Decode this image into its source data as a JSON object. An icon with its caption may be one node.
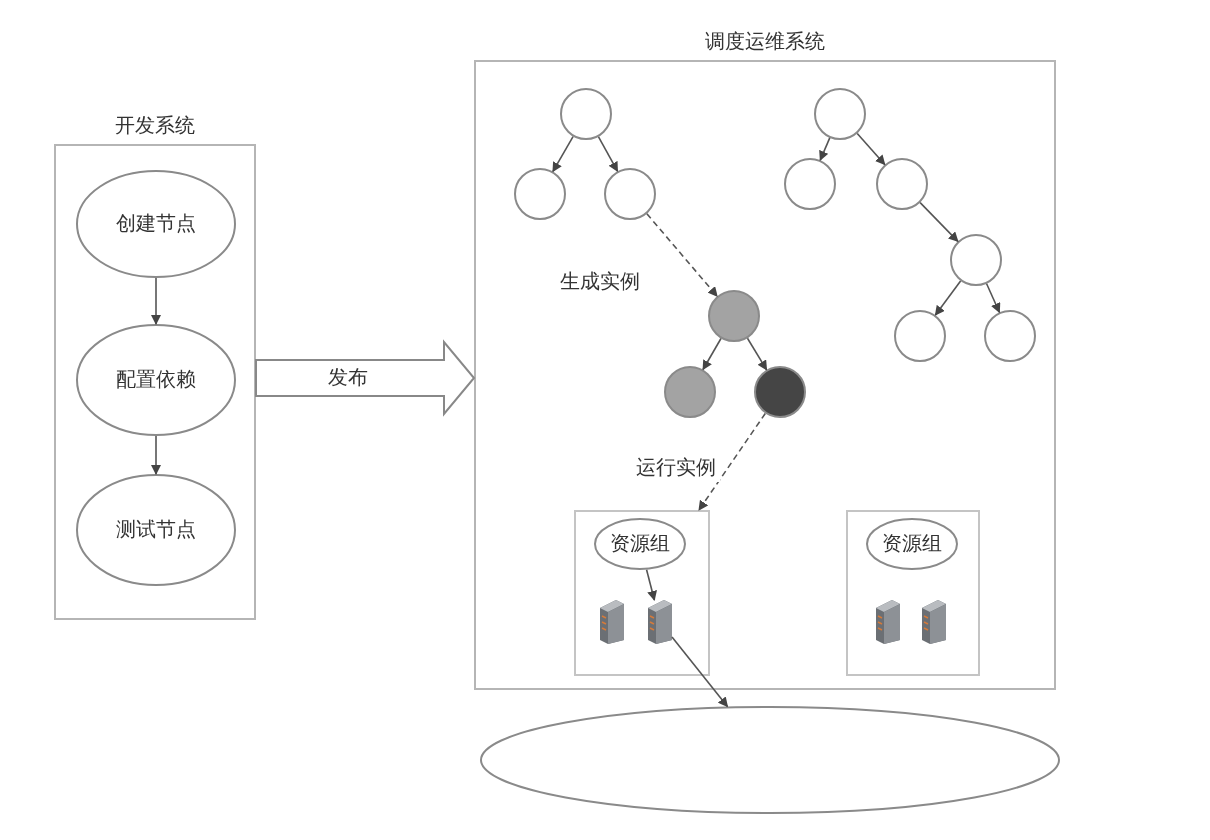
{
  "diagram": {
    "nodes": [
      {
        "text": [
          "开发系统"
        ]
      },
      {
        "text": [
          "创建节点"
        ],
        "in": 0
      },
      {
        "text": [
          "配置依赖"
        ],
        "in": 0
      },
      {
        "text": [
          "测试节点"
        ],
        "in": 0
      },
      {
        "text": [
          "调度运维系统"
        ]
      },
      {
        "text": [],
        "shape": "circle",
        "in": 4
      },
      {
        "text": [],
        "shape": "circle",
        "in": 4
      },
      {
        "text": [],
        "shape": "circle",
        "in": 4
      },
      {
        "text": [],
        "shape": "circle",
        "in": 4
      },
      {
        "text": [],
        "shape": "circle",
        "in": 4
      },
      {
        "text": [],
        "shape": "circle",
        "in": 4
      },
      {
        "text": [],
        "shape": "circle",
        "in": 4
      },
      {
        "text": [],
        "shape": "circle",
        "in": 4
      },
      {
        "text": [],
        "shape": "circle",
        "in": 4
      },
      {
        "text": [],
        "shape": "circle",
        "in": 4
      },
      {
        "text": [],
        "shape": "circle",
        "in": 4
      },
      {
        "text": [],
        "shape": "circle",
        "in": 4
      },
      {
        "text": [],
        "shape": "box",
        "in": 4
      },
      {
        "text": [
          "资源组"
        ],
        "in": 17
      },
      {
        "text": [],
        "shape": "server",
        "in": 17
      },
      {
        "text": [],
        "shape": "server",
        "in": 17
      },
      {
        "text": [],
        "shape": "box",
        "in": 4
      },
      {
        "text": [
          "资源组"
        ],
        "in": 21
      },
      {
        "text": [],
        "shape": "server",
        "in": 21
      },
      {
        "text": [],
        "shape": "server",
        "in": 21
      },
      {
        "text": [],
        "shape": "ellipse"
      }
    ],
    "edges": [
      {
        "from": 1,
        "to": 2,
        "arrow": "to"
      },
      {
        "from": 2,
        "to": 3,
        "arrow": "to"
      },
      {
        "from": 0,
        "to": 4,
        "arrow": "to",
        "label": "发布",
        "style": "thick"
      },
      {
        "from": 5,
        "to": 7,
        "arrow": "to"
      },
      {
        "from": 5,
        "to": 8,
        "arrow": "to"
      },
      {
        "from": 6,
        "to": 9,
        "arrow": "to"
      },
      {
        "from": 6,
        "to": 10,
        "arrow": "to"
      },
      {
        "from": 10,
        "to": 11,
        "arrow": "to"
      },
      {
        "from": 11,
        "to": 13,
        "arrow": "to"
      },
      {
        "from": 11,
        "to": 14,
        "arrow": "to"
      },
      {
        "from": 12,
        "to": 15,
        "arrow": "to"
      },
      {
        "from": 12,
        "to": 16,
        "arrow": "to"
      },
      {
        "from": 8,
        "to": 12,
        "arrow": "to",
        "label": "生成实例",
        "style": "dashed"
      },
      {
        "from": 16,
        "to": 17,
        "arrow": "to",
        "label": "运行实例",
        "style": "dashed"
      },
      {
        "from": 18,
        "to": 20,
        "arrow": "to"
      },
      {
        "from": 20,
        "to": 25,
        "arrow": "to"
      }
    ]
  }
}
